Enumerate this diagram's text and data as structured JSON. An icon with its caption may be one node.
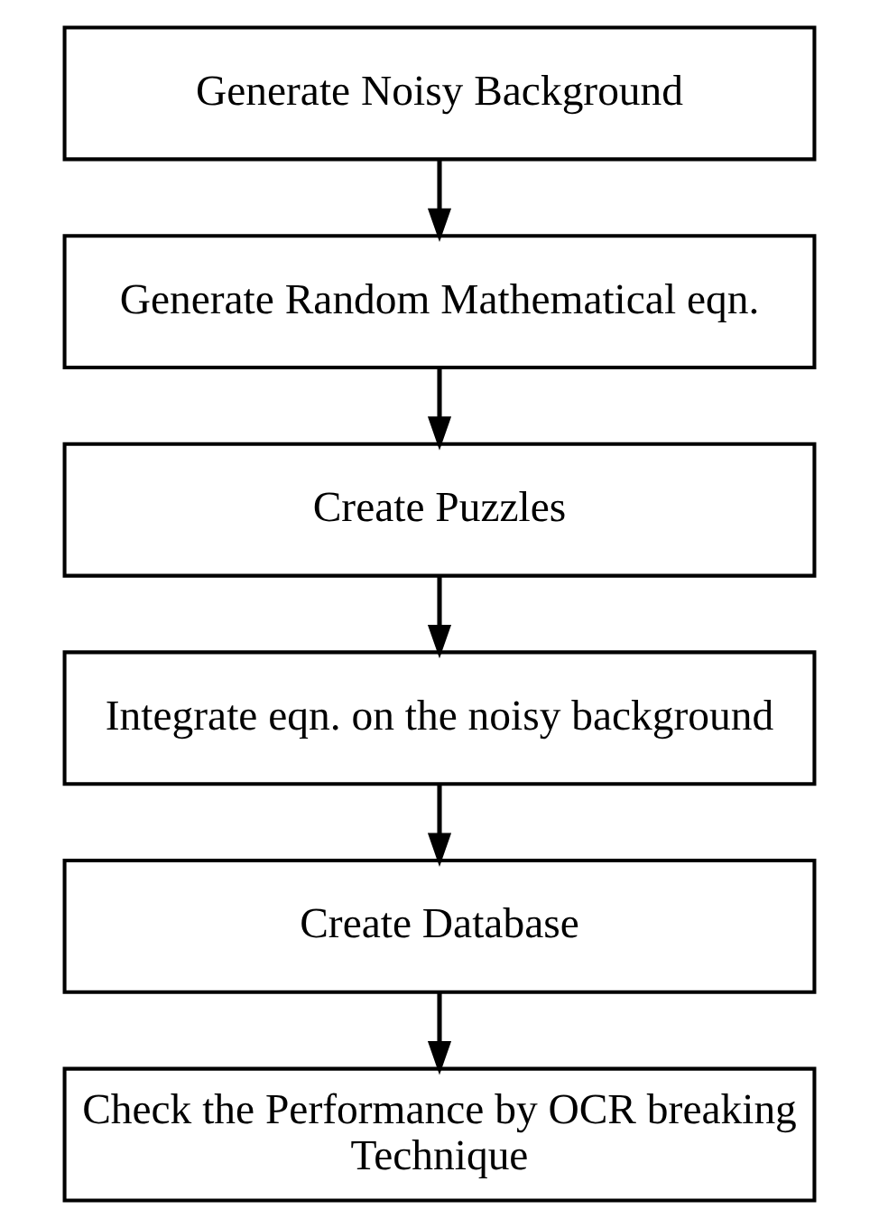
{
  "diagram": {
    "nodes": [
      {
        "text": [
          "Generate Noisy Background"
        ]
      },
      {
        "text": [
          "Generate Random Mathematical eqn."
        ]
      },
      {
        "text": [
          "Create Puzzles"
        ]
      },
      {
        "text": [
          "Integrate eqn. on the noisy background"
        ]
      },
      {
        "text": [
          "Create Database"
        ]
      },
      {
        "text": [
          "Check the Performance by OCR breaking Technique"
        ]
      }
    ],
    "edges": [
      {
        "from": 0,
        "to": 1,
        "arrow": "to"
      },
      {
        "from": 1,
        "to": 2,
        "arrow": "to"
      },
      {
        "from": 2,
        "to": 3,
        "arrow": "to"
      },
      {
        "from": 3,
        "to": 4,
        "arrow": "to"
      },
      {
        "from": 4,
        "to": 5,
        "arrow": "to"
      }
    ]
  }
}
